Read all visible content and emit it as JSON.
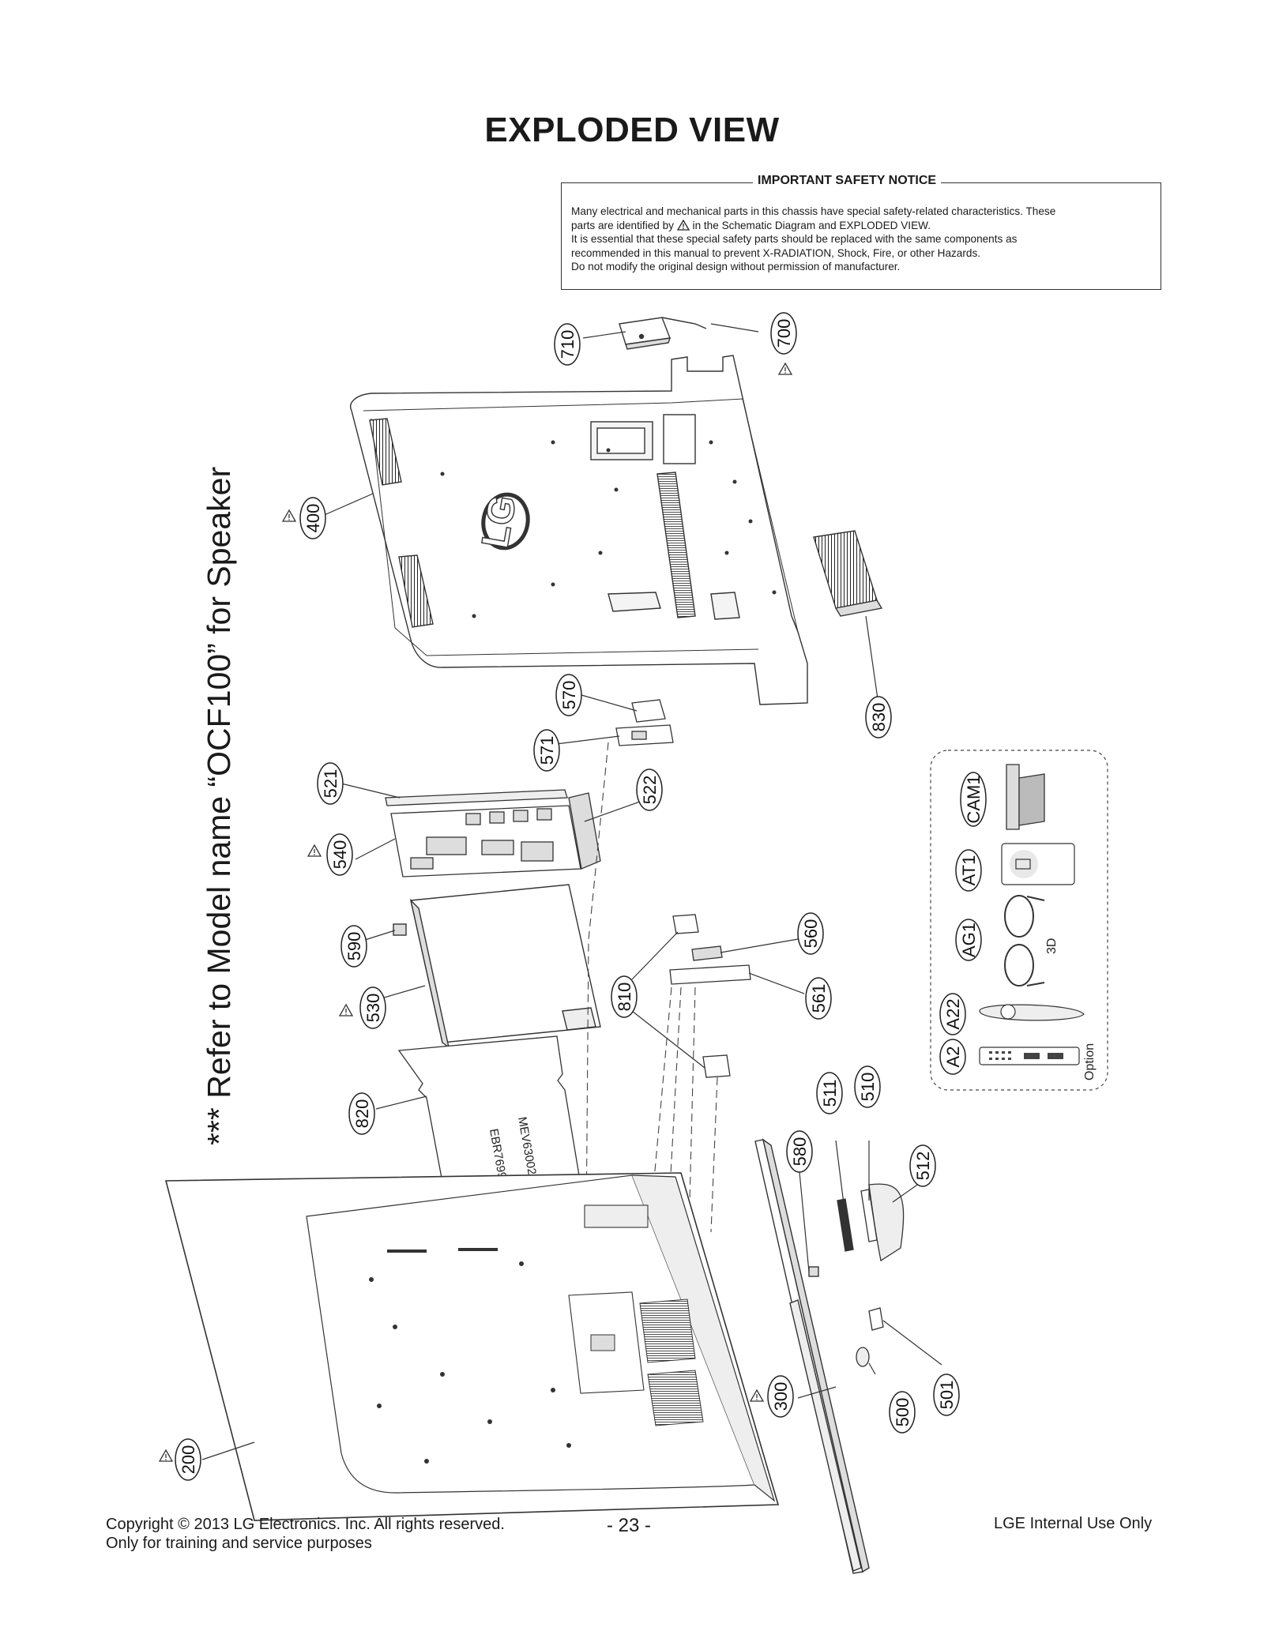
{
  "page": {
    "title": "EXPLODED VIEW",
    "side_note": "*** Refer to Model name “OCF100” for Speaker"
  },
  "notice": {
    "title": "IMPORTANT SAFETY NOTICE",
    "line1": "Many electrical and mechanical parts in this chassis have special safety-related characteristics. These",
    "line2_pre": "parts are identified by",
    "line2_post": "in the Schematic Diagram and EXPLODED VIEW.",
    "line3": "It is essential that these special safety parts should be replaced with the same components as",
    "line4": "recommended in this manual to prevent X-RADIATION, Shock, Fire, or other Hazards.",
    "line5": "Do not modify the original design without permission of manufacturer."
  },
  "parts": {
    "p710": "710",
    "p700": "700",
    "p400": "400",
    "p830": "830",
    "p570": "570",
    "p571": "571",
    "p521": "521",
    "p522": "522",
    "p540": "540",
    "p590": "590",
    "p530": "530",
    "p820": "820",
    "p810": "810",
    "p560": "560",
    "p561": "561",
    "p580": "580",
    "p511": "511",
    "p510": "510",
    "p512": "512",
    "p300": "300",
    "p500": "500",
    "p501": "501",
    "p200": "200"
  },
  "options": {
    "cam1": "CAM1",
    "at1": "AT1",
    "ag1": "AG1",
    "a22": "A22",
    "a2": "A2",
    "label_3d": "3D",
    "label_option": "Option"
  },
  "back_cover_logo": "LG",
  "board_label_1": "EBR76998",
  "board_label_2": "MEV63002",
  "footer": {
    "copyright": "Copyright  © 2013 LG Electronics. Inc. All rights reserved.",
    "training": "Only for training and service purposes",
    "page_number": "- 23 -",
    "internal": "LGE Internal Use Only"
  }
}
